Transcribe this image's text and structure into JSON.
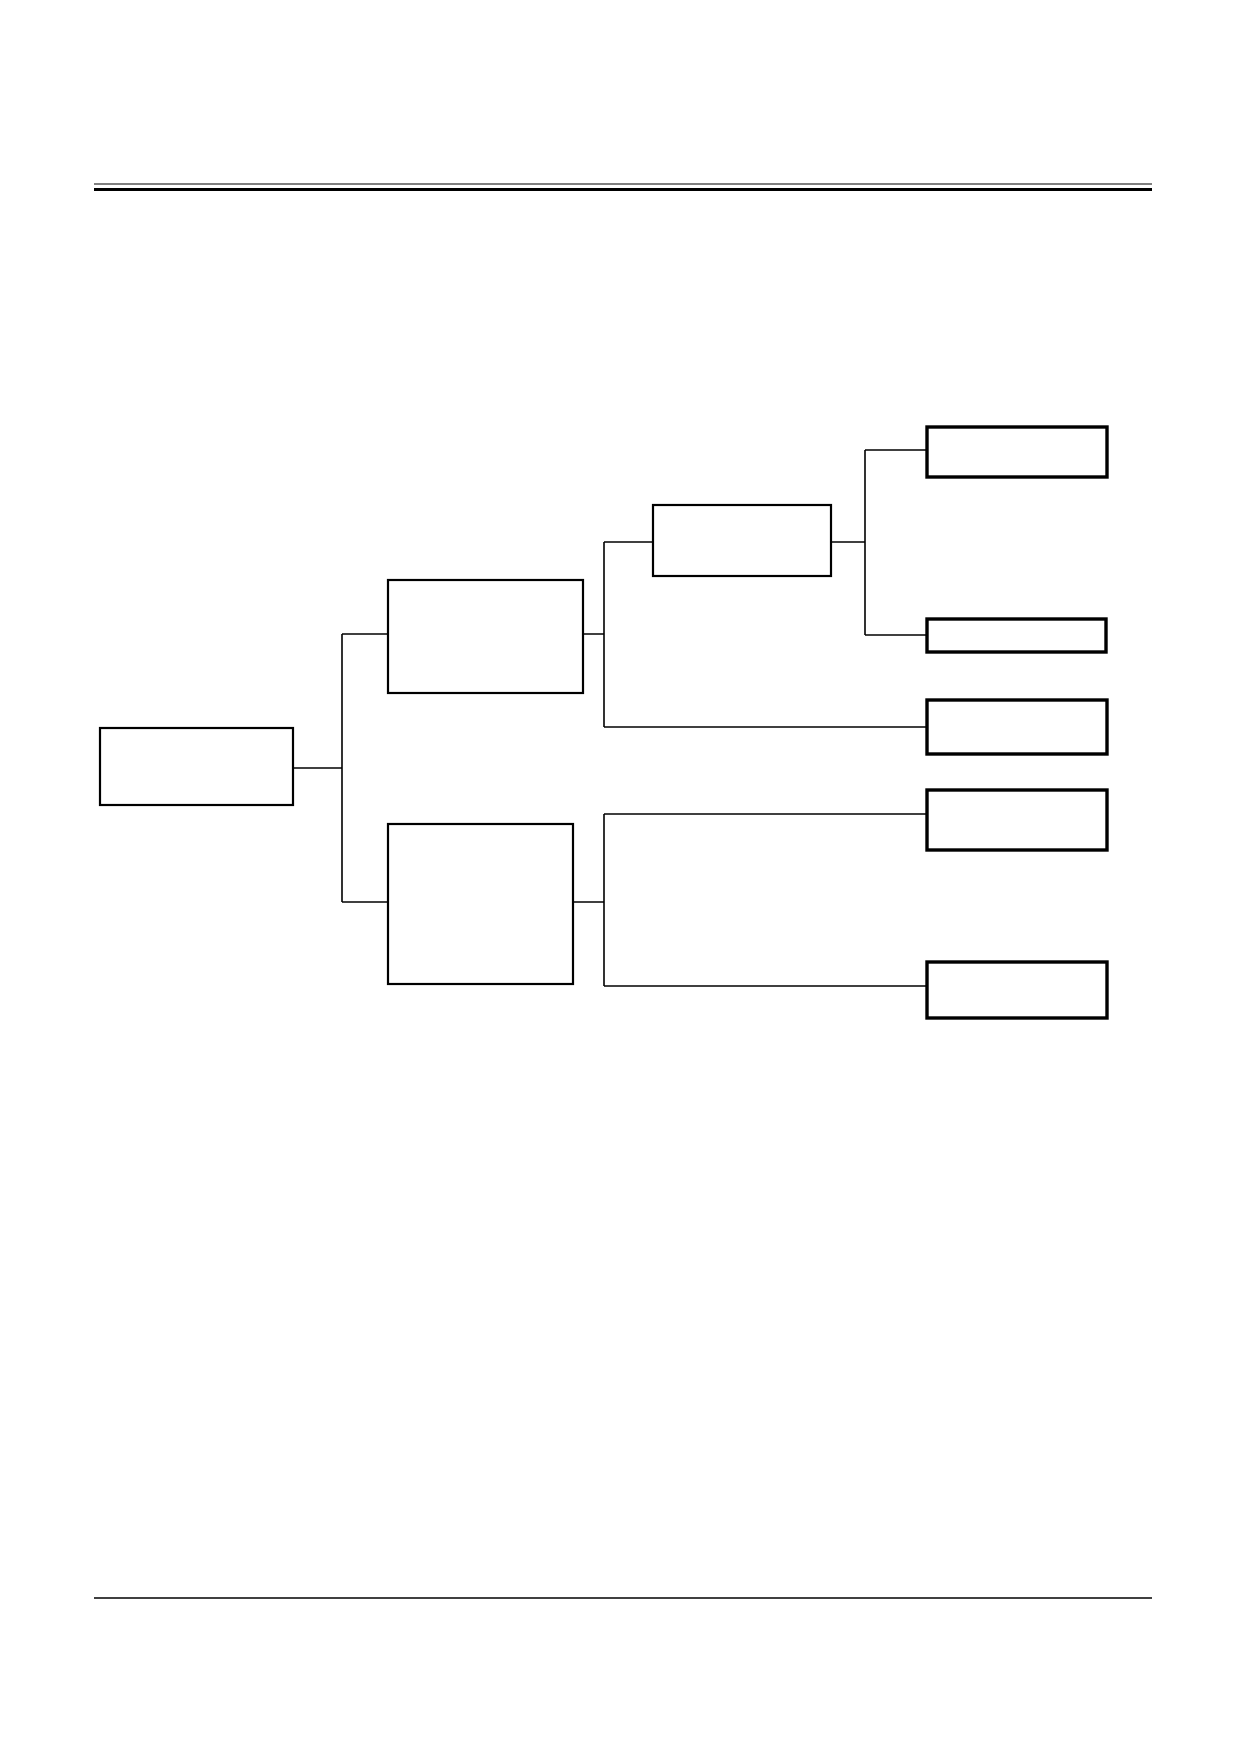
{
  "diagram": {
    "type": "tree",
    "colors": {
      "line": "#000000",
      "background": "#ffffff"
    },
    "nodes": [
      {
        "id": "root",
        "label": "",
        "parent": null
      },
      {
        "id": "branch-upper",
        "label": "",
        "parent": "root"
      },
      {
        "id": "branch-lower",
        "label": "",
        "parent": "root"
      },
      {
        "id": "branch-upper-sub",
        "label": "",
        "parent": "branch-upper"
      },
      {
        "id": "leaf-1",
        "label": "",
        "parent": "branch-upper-sub"
      },
      {
        "id": "leaf-2",
        "label": "",
        "parent": "branch-upper-sub"
      },
      {
        "id": "leaf-3",
        "label": "",
        "parent": "branch-upper"
      },
      {
        "id": "leaf-4",
        "label": "",
        "parent": "branch-lower"
      },
      {
        "id": "leaf-5",
        "label": "",
        "parent": "branch-lower"
      }
    ]
  }
}
